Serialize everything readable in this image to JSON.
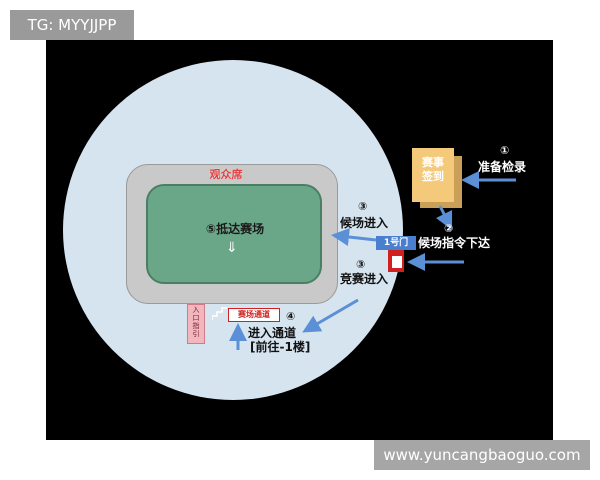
{
  "watermarks": {
    "top_left": "TG: MYYJJPP",
    "bottom_right": "www.yuncangbaoguo.com"
  },
  "diagram": {
    "stadium_name": "观众席",
    "field_label": "⑤抵达赛场",
    "field_sub": "⇓",
    "entrance_box": "入口指引",
    "tunnel_label": "赛场通道",
    "event_box": "赛事\n签到",
    "gate_badge": "1号门",
    "steps": {
      "s1_num": "①",
      "s1_text": "准备检录",
      "s2_num": "②",
      "s2_text": "候场指令下达",
      "s3a_num": "③",
      "s3a_text": "候场进入",
      "s3b_num": "③",
      "s3b_text": "竞赛进入",
      "s4_num": "④",
      "s4_text_line1": "进入通道",
      "s4_text_line2": "[前往-1楼]"
    },
    "colors": {
      "circle": "#d6e4f0",
      "field": "#6aa688",
      "arrow": "#5b8fd6",
      "event_box": "#f5c97a",
      "gate": "#4a7fd0",
      "marker": "#d02020"
    }
  }
}
